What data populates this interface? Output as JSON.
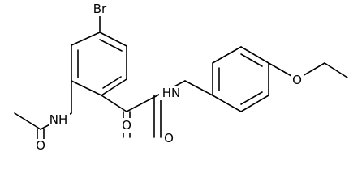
{
  "atoms": {
    "br": "Br",
    "nh_acetamide": "NH",
    "nh_amide": "HN",
    "o_acetyl": "O",
    "o_keto": "O",
    "o_amide": "O",
    "o_ether": "O"
  },
  "colors": {
    "bond": "#000000",
    "label": "#000000",
    "background": "#ffffff"
  }
}
